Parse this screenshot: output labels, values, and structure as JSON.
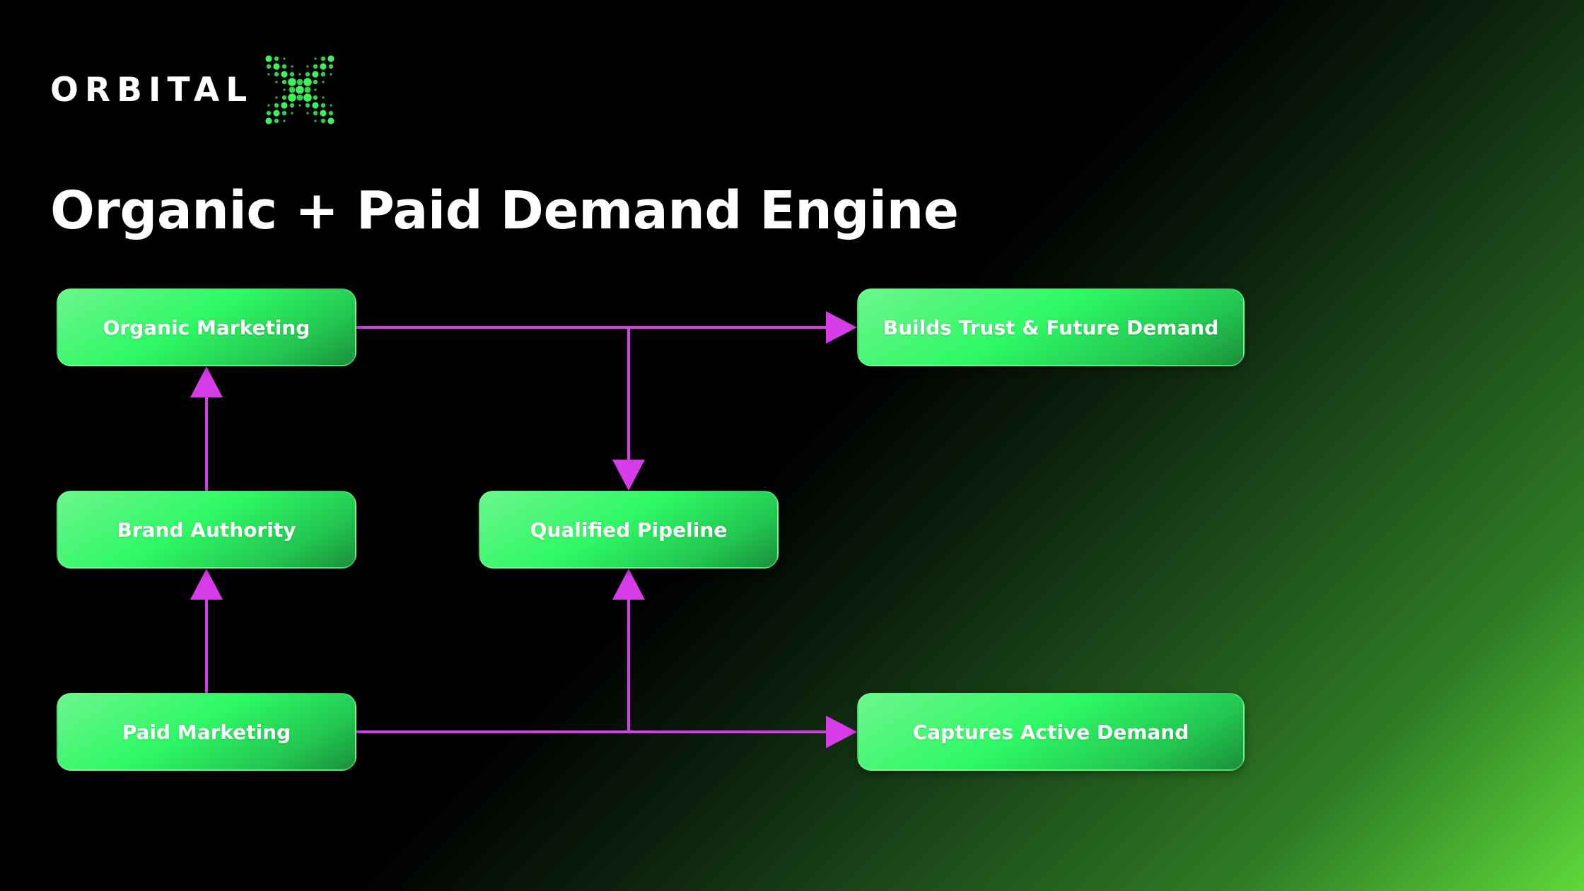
{
  "brand": {
    "logo_text": "ORBITAL",
    "logo_mark": "x-dot-grid-icon"
  },
  "title": "Organic + Paid Demand Engine",
  "colors": {
    "node_fill": "#2ef865",
    "connector": "#d63ce8",
    "background_dark": "#000000",
    "background_accent": "#5ed83a"
  },
  "nodes": {
    "organic_marketing": "Organic Marketing",
    "brand_authority": "Brand Authority",
    "paid_marketing": "Paid Marketing",
    "qualified_pipeline": "Qualified Pipeline",
    "builds_trust": "Builds Trust & Future Demand",
    "captures_active": "Captures Active Demand"
  },
  "edges": [
    {
      "from": "paid_marketing",
      "to": "brand_authority"
    },
    {
      "from": "brand_authority",
      "to": "organic_marketing"
    },
    {
      "from": "organic_marketing",
      "to": "builds_trust"
    },
    {
      "from": "organic_marketing",
      "to": "qualified_pipeline"
    },
    {
      "from": "paid_marketing",
      "to": "captures_active"
    },
    {
      "from": "paid_marketing",
      "to": "qualified_pipeline"
    }
  ]
}
